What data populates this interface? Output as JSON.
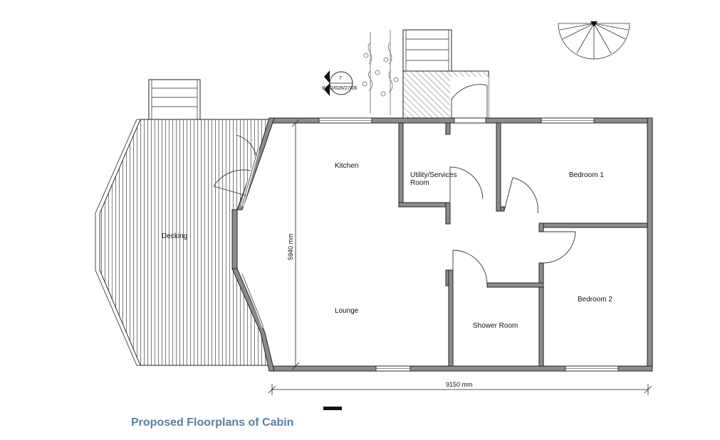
{
  "rooms": {
    "kitchen": "Kitchen",
    "utility_line1": "Utility/Services",
    "utility_line2": "Room",
    "bedroom1": "Bedroom 1",
    "bedroom2": "Bedroom 2",
    "lounge": "Lounge",
    "shower": "Shower Room",
    "decking": "Decking"
  },
  "dimensions": {
    "width": "9150 mm",
    "height": "5940 mm"
  },
  "section_marker": {
    "number": "7",
    "reference": "WSD/028/27/06"
  },
  "caption": "Proposed Floorplans of Cabin"
}
